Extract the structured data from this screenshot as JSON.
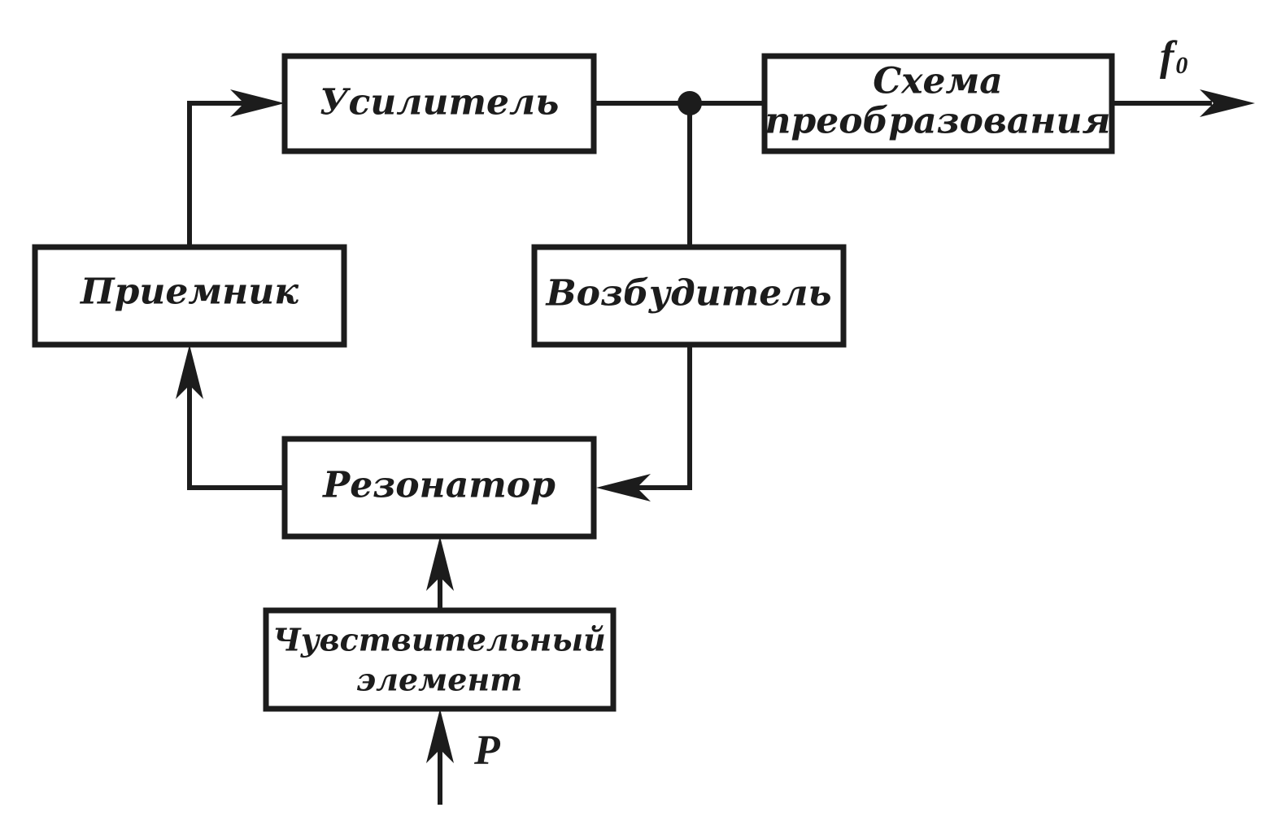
{
  "blocks": {
    "amplifier": "Усилитель",
    "conversion_line1": "Схема",
    "conversion_line2": "преобразования",
    "receiver": "Приемник",
    "exciter": "Возбудитель",
    "resonator": "Резонатор",
    "sensor_line1": "Чувствительный",
    "sensor_line2": "элемент"
  },
  "signals": {
    "output_symbol": "f",
    "output_subscript": "0",
    "input_symbol": "P"
  },
  "colors": {
    "stroke": "#1c1c1c",
    "background": "#ffffff"
  }
}
